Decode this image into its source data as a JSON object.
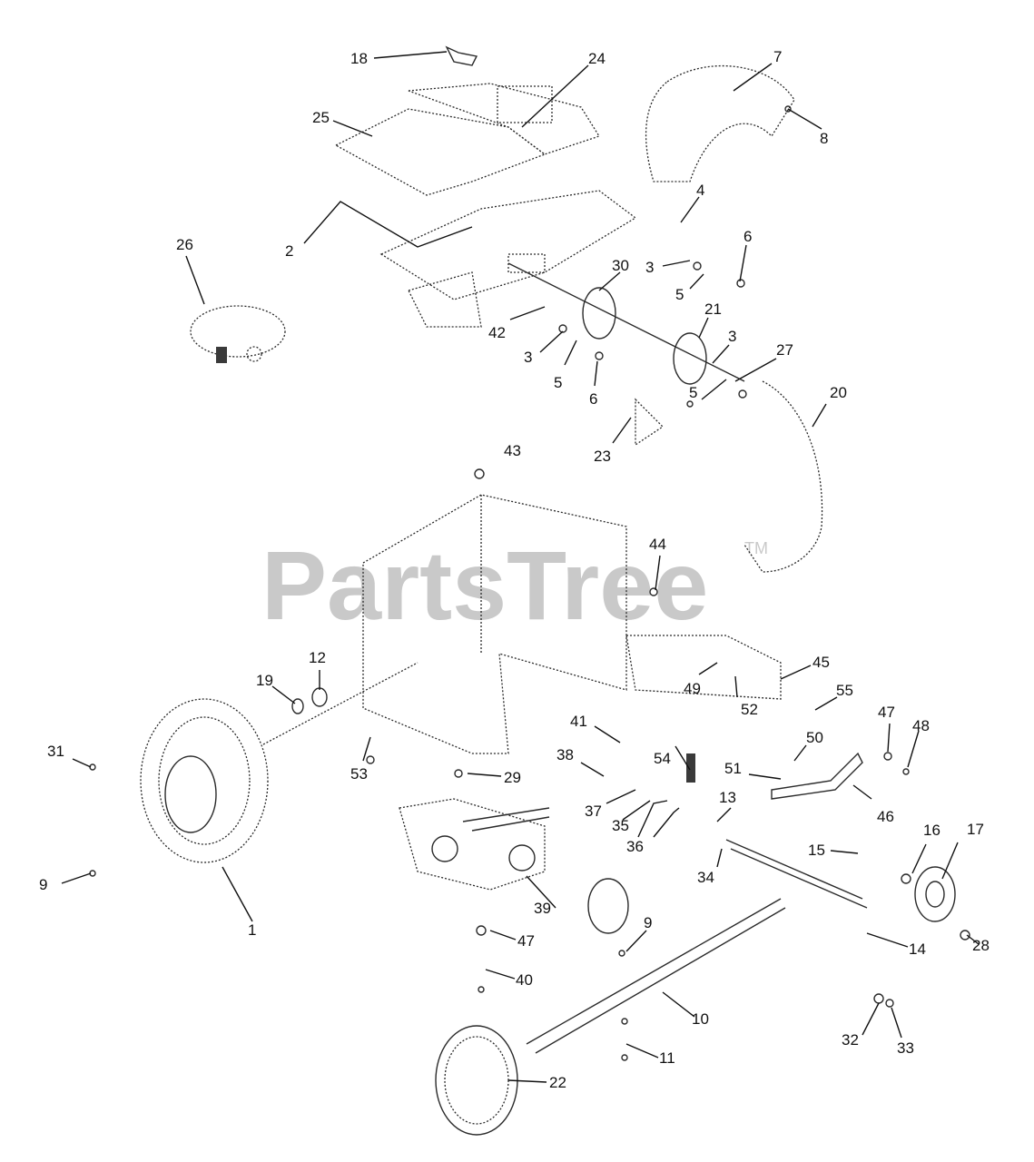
{
  "watermark": {
    "text": "PartsTree",
    "trademark": "TM"
  },
  "callouts": [
    "18",
    "24",
    "7",
    "8",
    "25",
    "2",
    "4",
    "6",
    "26",
    "3",
    "30",
    "5",
    "42",
    "21",
    "27",
    "20",
    "23",
    "43",
    "44",
    "45",
    "12",
    "19",
    "49",
    "55",
    "47",
    "48",
    "31",
    "53",
    "41",
    "52",
    "50",
    "54",
    "38",
    "29",
    "51",
    "37",
    "35",
    "13",
    "46",
    "36",
    "15",
    "16",
    "17",
    "9",
    "34",
    "39",
    "1",
    "47",
    "9",
    "14",
    "28",
    "40",
    "10",
    "32",
    "33",
    "11",
    "22"
  ]
}
